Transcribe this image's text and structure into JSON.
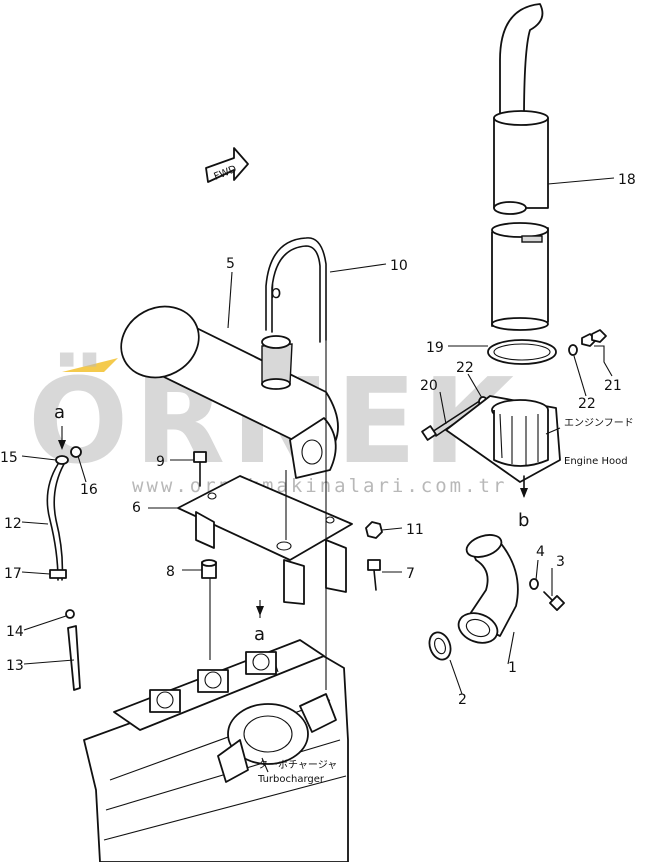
{
  "watermark": {
    "brand": "ÖRNEK",
    "url": "www.ornekmakinalari.com.tr",
    "accent_color": "#f2c12e"
  },
  "direction_marker": "FWD",
  "part_labels": {
    "p1": "1",
    "p2": "2",
    "p3": "3",
    "p4": "4",
    "p5": "5",
    "p6": "6",
    "p7": "7",
    "p8": "8",
    "p9": "9",
    "p10": "10",
    "p11": "11",
    "p12": "12",
    "p13": "13",
    "p14": "14",
    "p15": "15",
    "p16": "16",
    "p17": "17",
    "p18": "18",
    "p19": "19",
    "p20": "20",
    "p21": "21",
    "p22a": "22",
    "p22b": "22"
  },
  "connection_marks": {
    "a_top": "a",
    "a_bottom": "a",
    "b_top": "b",
    "b_bottom": "b"
  },
  "notes": {
    "engine_hood_jp": "エンジンフード",
    "engine_hood_en": "Engine Hood",
    "turbocharger_jp": "ターボチャージャ",
    "turbocharger_en": "Turbocharger"
  }
}
